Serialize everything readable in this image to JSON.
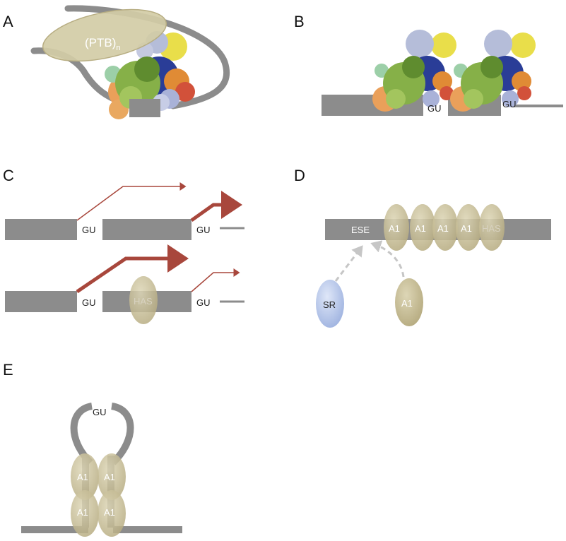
{
  "panels": {
    "a": {
      "letter": "A",
      "ptb_label": "(PTB)",
      "ptb_subscript": "n"
    },
    "b": {
      "letter": "B",
      "gu_left": "GU",
      "gu_right": "GU"
    },
    "c": {
      "letter": "C",
      "top_gu_1": "GU",
      "top_gu_2": "GU",
      "bottom_gu_1": "GU",
      "bottom_gu_2": "GU",
      "has_label": "HAS"
    },
    "d": {
      "letter": "D",
      "ese_label": "ESE",
      "a1_1": "A1",
      "a1_2": "A1",
      "a1_3": "A1",
      "a1_4": "A1",
      "has_label": "HAS",
      "sr_label": "SR",
      "a1_free": "A1"
    },
    "e": {
      "letter": "E",
      "gu_label": "GU",
      "a1_top_left": "A1",
      "a1_top_right": "A1",
      "a1_bottom_left": "A1",
      "a1_bottom_right": "A1"
    }
  },
  "colors": {
    "rna_gray": "#8c8c8c",
    "hnrnp_a1": "#c8bf98",
    "sr_protein": "#b8c8ea",
    "arrow_red": "#a8473c",
    "dashed_arrow": "#c6c6c6"
  }
}
